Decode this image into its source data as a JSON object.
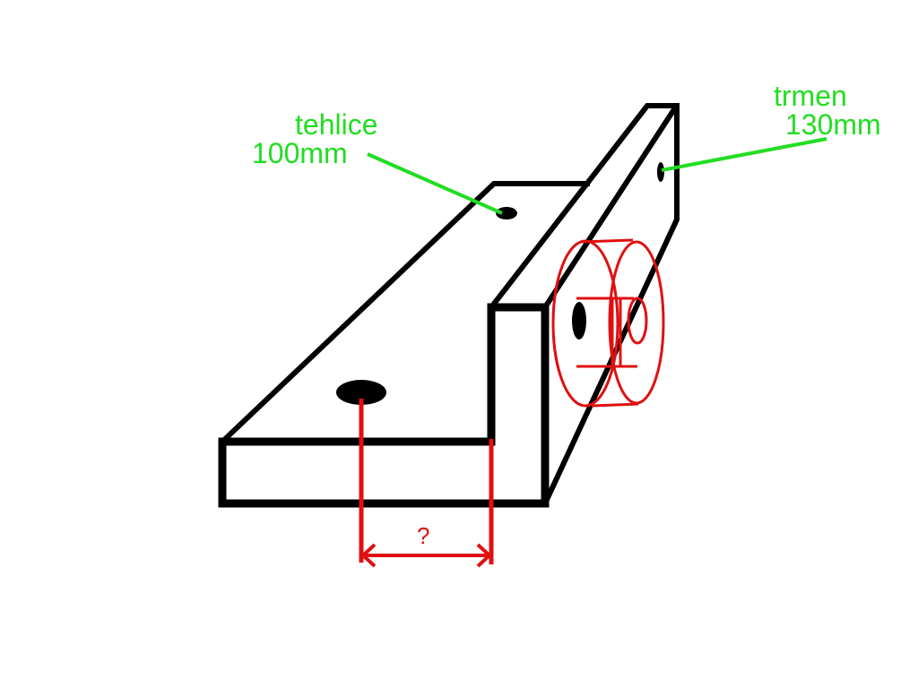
{
  "labels": {
    "brick_title": "tehlice",
    "brick_value": "100mm",
    "bracket_title": "trmen",
    "bracket_value": "130mm",
    "unknown_dimension": "?"
  },
  "colors": {
    "outline": "#000000",
    "annotation": "#22dd22",
    "dimension": "#e01010"
  }
}
